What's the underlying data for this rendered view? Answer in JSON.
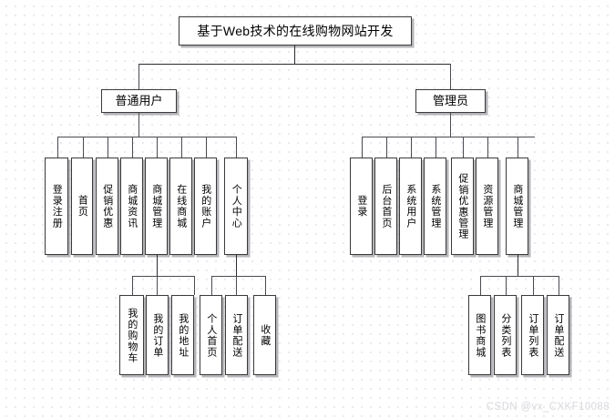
{
  "diagram": {
    "type": "tree-hierarchy",
    "root": {
      "label": "基于Web技术的在线购物网站开发"
    },
    "actors": [
      {
        "label": "普通用户"
      },
      {
        "label": "管理员"
      }
    ],
    "user_modules": [
      {
        "label": "登录注册"
      },
      {
        "label": "首页"
      },
      {
        "label": "促销优惠"
      },
      {
        "label": "商城资讯"
      },
      {
        "label": "商城管理"
      },
      {
        "label": "在线商城"
      },
      {
        "label": "我的账户"
      },
      {
        "label": "个人中心"
      }
    ],
    "user_mall_children": [
      {
        "label": "我的购物车"
      },
      {
        "label": "我的订单"
      },
      {
        "label": "我的地址"
      }
    ],
    "user_center_children": [
      {
        "label": "个人首页"
      },
      {
        "label": "订单配送"
      },
      {
        "label": "收藏"
      }
    ],
    "admin_modules": [
      {
        "label": "登录"
      },
      {
        "label": "后台首页"
      },
      {
        "label": "系统用户"
      },
      {
        "label": "系统管理"
      },
      {
        "label": "促销优惠管理"
      },
      {
        "label": "资源管理"
      },
      {
        "label": "商城管理"
      }
    ],
    "admin_mall_children": [
      {
        "label": "图书商城"
      },
      {
        "label": "分类列表"
      },
      {
        "label": "订单列表"
      },
      {
        "label": "订单配送"
      }
    ]
  },
  "watermark": {
    "text": "CSDN @vx_CXKF10088"
  },
  "colors": {
    "box_border": "#3a3a3a",
    "box_fill": "#ffffff",
    "line": "#4a4a52",
    "shadow": "#787880",
    "watermark": "#d8d8de",
    "grid_dot": "#e3e3ea"
  }
}
